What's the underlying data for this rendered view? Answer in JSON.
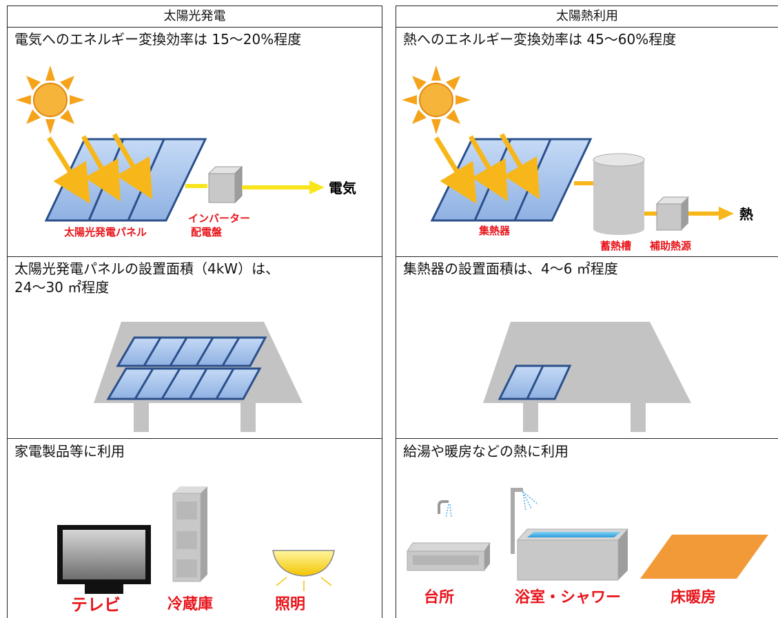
{
  "left": {
    "header": "太陽光発電",
    "row1": {
      "caption": "電気へのエネルギー変換効率は 15〜20%程度",
      "panel_label": "太陽光発電パネル",
      "inverter_label_1": "インバーター",
      "inverter_label_2": "配電盤",
      "output_label": "電気"
    },
    "row2": {
      "caption": "太陽光発電パネルの設置面積（4kW）は、\n24〜30 ㎡程度"
    },
    "row3": {
      "caption": "家電製品等に利用",
      "items": [
        "テレビ",
        "冷蔵庫",
        "照明"
      ]
    }
  },
  "right": {
    "header": "太陽熱利用",
    "row1": {
      "caption": "熱へのエネルギー変換効率は 45〜60%程度",
      "collector_label": "集熱器",
      "tank_label": "蓄熱槽",
      "aux_label": "補助熱源",
      "output_label": "熱"
    },
    "row2": {
      "caption": "集熱器の設置面積は、4〜6 ㎡程度"
    },
    "row3": {
      "caption": "給湯や暖房などの熱に利用",
      "items": [
        "台所",
        "浴室・シャワー",
        "床暖房"
      ]
    }
  },
  "colors": {
    "panel_blue": "#a9c6ee",
    "panel_edge": "#2a4f8a",
    "arrow_yellow": "#f7b71a",
    "wire_yellow": "#f8e51c",
    "sun": "#f5a31a",
    "gray": "#c8c8c8",
    "label_red": "#e8141b",
    "floor_orange": "#f29a38"
  }
}
